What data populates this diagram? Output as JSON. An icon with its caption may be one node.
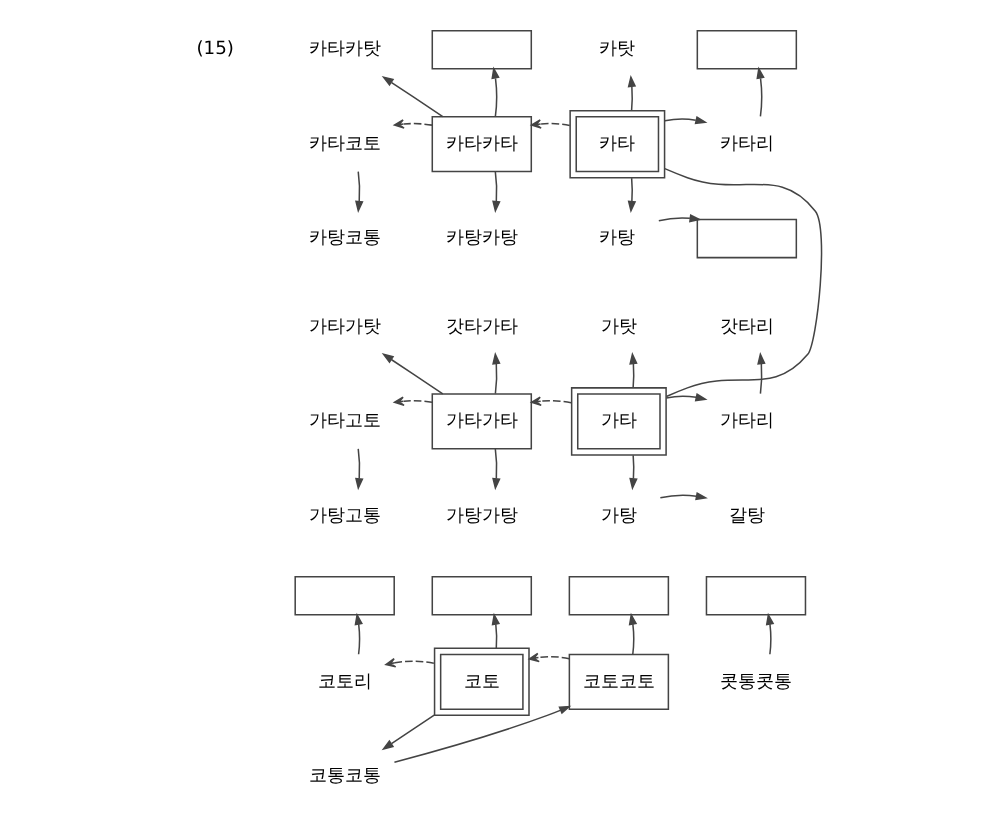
{
  "diagram": {
    "nodes": [
      {
        "text": [
          "카타카탓"
        ]
      },
      {
        "text": [],
        "shape": "box"
      },
      {
        "text": [
          "카탓"
        ]
      },
      {
        "text": [],
        "shape": "box"
      },
      {
        "text": [
          "카타코토"
        ]
      },
      {
        "text": [
          "카타카타"
        ]
      },
      {
        "text": [
          "카타"
        ]
      },
      {
        "text": [
          "카타리"
        ]
      },
      {
        "text": [
          "카탕코통"
        ]
      },
      {
        "text": [
          "카탕카탕"
        ]
      },
      {
        "text": [
          "카탕"
        ]
      },
      {
        "text": [],
        "shape": "box"
      },
      {
        "text": [
          "가타가탓"
        ]
      },
      {
        "text": [
          "갓타가타"
        ]
      },
      {
        "text": [
          "가탓"
        ]
      },
      {
        "text": [
          "갓타리"
        ]
      },
      {
        "text": [
          "가타고토"
        ]
      },
      {
        "text": [
          "가타가타"
        ]
      },
      {
        "text": [
          "가타"
        ]
      },
      {
        "text": [
          "가타리"
        ]
      },
      {
        "text": [
          "가탕고통"
        ]
      },
      {
        "text": [
          "가탕가탕"
        ]
      },
      {
        "text": [
          "가탕"
        ]
      },
      {
        "text": [
          "갈탕"
        ]
      },
      {
        "text": [],
        "shape": "box"
      },
      {
        "text": [],
        "shape": "box"
      },
      {
        "text": [],
        "shape": "box"
      },
      {
        "text": [],
        "shape": "box"
      },
      {
        "text": [
          "코토리"
        ]
      },
      {
        "text": [
          "코토"
        ]
      },
      {
        "text": [
          "코토코토"
        ]
      },
      {
        "text": [
          "콧통콧통"
        ]
      },
      {
        "text": [
          "코통코통"
        ]
      }
    ],
    "edges": [
      {
        "from": 5,
        "to": 0,
        "arrow": "to"
      },
      {
        "from": 5,
        "to": 1,
        "arrow": "to"
      },
      {
        "from": 6,
        "to": 2,
        "arrow": "to"
      },
      {
        "from": 7,
        "to": 3,
        "arrow": "to"
      },
      {
        "from": 5,
        "to": 4,
        "arrow": "to",
        "style": "dashed"
      },
      {
        "from": 6,
        "to": 5,
        "arrow": "to",
        "style": "dashed"
      },
      {
        "from": 6,
        "to": 7,
        "arrow": "to"
      },
      {
        "from": 4,
        "to": 8,
        "arrow": "to"
      },
      {
        "from": 5,
        "to": 9,
        "arrow": "to"
      },
      {
        "from": 6,
        "to": 10,
        "arrow": "to"
      },
      {
        "from": 10,
        "to": 11,
        "arrow": "to"
      },
      {
        "from": 6,
        "to": 18,
        "arrow": "none"
      },
      {
        "from": 17,
        "to": 12,
        "arrow": "to"
      },
      {
        "from": 17,
        "to": 13,
        "arrow": "to"
      },
      {
        "from": 18,
        "to": 14,
        "arrow": "to"
      },
      {
        "from": 19,
        "to": 15,
        "arrow": "to"
      },
      {
        "from": 17,
        "to": 16,
        "arrow": "to",
        "style": "dashed"
      },
      {
        "from": 18,
        "to": 17,
        "arrow": "to",
        "style": "dashed"
      },
      {
        "from": 18,
        "to": 19,
        "arrow": "to"
      },
      {
        "from": 16,
        "to": 20,
        "arrow": "to"
      },
      {
        "from": 17,
        "to": 21,
        "arrow": "to"
      },
      {
        "from": 18,
        "to": 22,
        "arrow": "to"
      },
      {
        "from": 22,
        "to": 23,
        "arrow": "to"
      },
      {
        "from": 28,
        "to": 24,
        "arrow": "to"
      },
      {
        "from": 29,
        "to": 25,
        "arrow": "to"
      },
      {
        "from": 30,
        "to": 26,
        "arrow": "to"
      },
      {
        "from": 31,
        "to": 27,
        "arrow": "to"
      },
      {
        "from": 29,
        "to": 28,
        "arrow": "to",
        "style": "dashed"
      },
      {
        "from": 30,
        "to": 29,
        "arrow": "to",
        "style": "dashed"
      },
      {
        "from": 29,
        "to": 32,
        "arrow": "to"
      },
      {
        "from": 32,
        "to": 30,
        "arrow": "to"
      }
    ],
    "labels": [
      "(15)"
    ]
  }
}
